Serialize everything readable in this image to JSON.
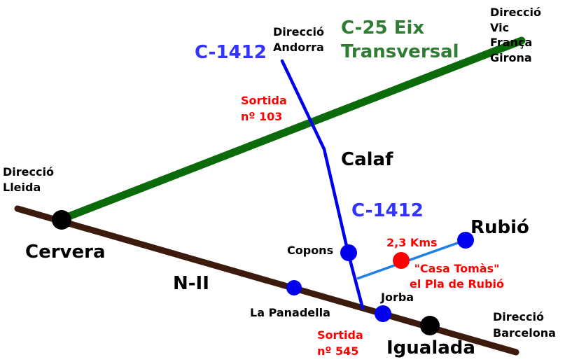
{
  "colors": {
    "n2": "#3d1a0e",
    "c25": "#0b6b0b",
    "c1412": "#0000ee",
    "branch": "#1e7fe8",
    "town_major": "#000000",
    "town_minor": "#0000ee",
    "destination": "#ff0000",
    "exit_text": "#ff0000"
  },
  "roads": {
    "c25": "C-25 Eix\nTransversal",
    "c1412_top": "C-1412",
    "c1412_mid": "C-1412",
    "n2": "N-II"
  },
  "directions": {
    "andorra": "Direcció\nAndorra",
    "vic": "Direcció\nVic\nFrança\nGirona",
    "lleida": "Direcció\nLleida",
    "barcelona": "Direcció\nBarcelona"
  },
  "exits": {
    "e103": "Sortida\nnº 103",
    "e545": "Sortida\nnº 545"
  },
  "places": {
    "calaf": "Calaf",
    "cervera": "Cervera",
    "igualada": "Igualada",
    "copons": "Copons",
    "panadella": "La Panadella",
    "jorba": "Jorba",
    "rubio": "Rubió"
  },
  "destination": {
    "distance": "2,3 Kms",
    "name": "\"Casa Tomàs\"\nel Pla de Rubió"
  }
}
